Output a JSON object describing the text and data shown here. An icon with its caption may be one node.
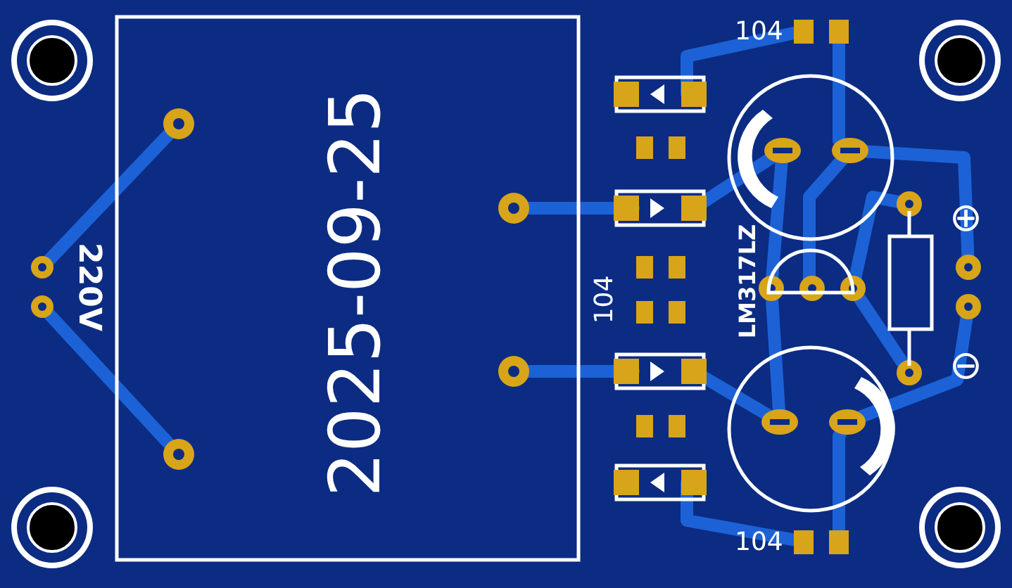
{
  "diagram": {
    "labels": [
      "104",
      "220V",
      "2025-09-25",
      "104",
      "LM317LZ",
      "⊕",
      "⊖",
      "104"
    ]
  }
}
